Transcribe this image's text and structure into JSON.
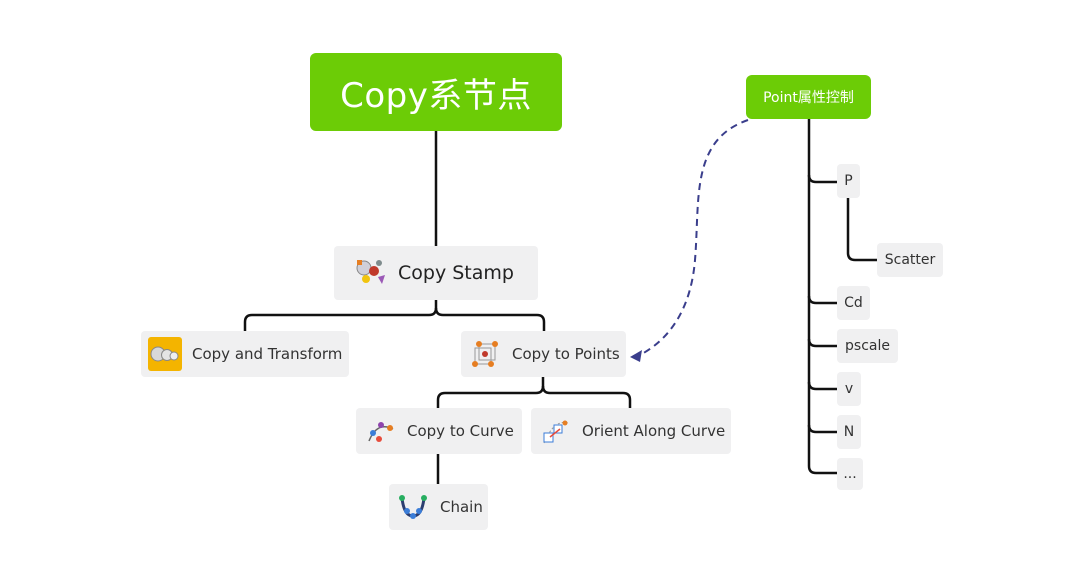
{
  "mindmap": {
    "root": {
      "title": "Copy系节点"
    },
    "stamp": {
      "label": "Copy Stamp",
      "icon": "copy-stamp-icon"
    },
    "transform": {
      "label": "Copy and Transform",
      "icon": "copy-transform-icon"
    },
    "points": {
      "label": "Copy to Points",
      "icon": "copy-to-points-icon"
    },
    "curve": {
      "label": "Copy to Curve",
      "icon": "copy-to-curve-icon"
    },
    "orient": {
      "label": "Orient Along Curve",
      "icon": "orient-along-curve-icon"
    },
    "chain": {
      "label": "Chain",
      "icon": "chain-icon"
    }
  },
  "attributes": {
    "title": "Point属性控制",
    "items": [
      "P",
      "Scatter",
      "Cd",
      "pscale",
      "v",
      "N",
      "..."
    ]
  },
  "colors": {
    "accent": "#6ccc06",
    "node_bg": "#f0f0f1",
    "line": "#111111",
    "dashed_link": "#3a3e8c"
  }
}
